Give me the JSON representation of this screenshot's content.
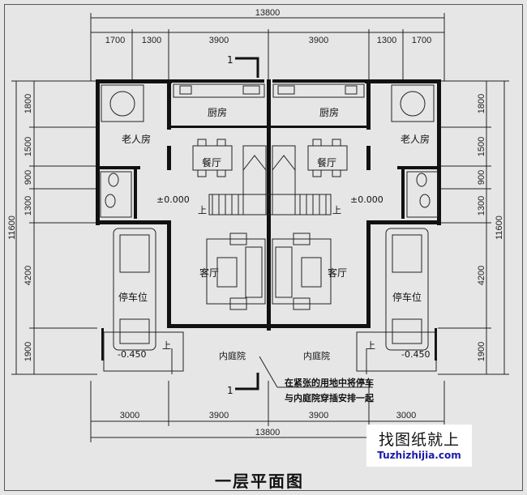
{
  "dimensions": {
    "top_total": "13800",
    "top_segments": [
      "1700",
      "1300",
      "3900",
      "3900",
      "1300",
      "1700"
    ],
    "bottom_segments": [
      "3000",
      "3900",
      "3900",
      "3000"
    ],
    "bottom_total": "13800",
    "left_total": "11600",
    "left_segments": [
      "1800",
      "1500",
      "900",
      "1300",
      "4200",
      "1900"
    ],
    "right_total": "11600",
    "right_segments": [
      "1800",
      "1500",
      "900",
      "1300",
      "4200",
      "1900"
    ]
  },
  "section_mark": "1",
  "rooms": {
    "kitchen": "厨房",
    "elder_room": "老人房",
    "dining": "餐厅",
    "living": "客厅",
    "parking": "停车位",
    "courtyard": "内庭院",
    "up": "上"
  },
  "levels": {
    "floor": "±0.000",
    "yard": "-0.450"
  },
  "note": {
    "line1": "在紧张的用地中将停车",
    "line2": "与内庭院穿插安排一起"
  },
  "watermark": {
    "cn": "找图纸就上",
    "url": "Tuzhizhijia.com"
  },
  "title": "一层平面图",
  "colors": {
    "background": "#e6e6e6",
    "ink": "#111111",
    "url": "#1a1aa8"
  }
}
